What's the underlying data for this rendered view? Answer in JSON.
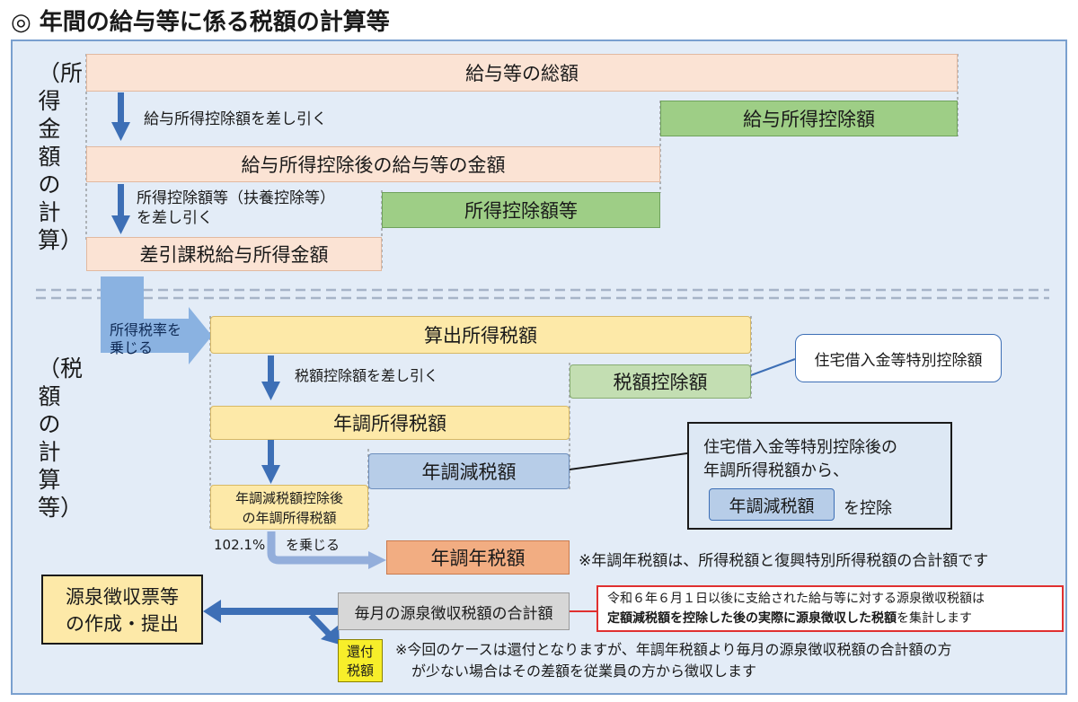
{
  "title": "◎ 年間の給与等に係る税額の計算等",
  "section_labels": {
    "income_calc": "（所得金額の計算）",
    "tax_calc": "（税額の計算等）"
  },
  "income": {
    "total_salary": "給与等の総額",
    "step1_note": "給与所得控除額を差し引く",
    "salary_deduction": "給与所得控除額",
    "after_salary_deduction": "給与所得控除後の給与等の金額",
    "step2_note_line1": "所得控除額等（扶養控除等）",
    "step2_note_line2": "を差し引く",
    "income_deductions": "所得控除額等",
    "taxable_income": "差引課税給与所得金額"
  },
  "tax": {
    "rate_note_line1": "所得税率を",
    "rate_note_line2": "乗じる",
    "computed_tax": "算出所得税額",
    "step3_note": "税額控除額を差し引く",
    "tax_credit": "税額控除額",
    "housing_loan_credit": "住宅借入金等特別控除額",
    "year_end_tax": "年調所得税額",
    "year_end_reduction": "年調減税額",
    "reduction_callout_line1": "住宅借入金等特別控除後の",
    "reduction_callout_line2": "年調所得税額から、",
    "reduction_callout_badge": "年調減税額",
    "reduction_callout_suffix": "を控除",
    "after_reduction_line1": "年調減税額控除後",
    "after_reduction_line2": "の年調所得税額",
    "multiplier_value": "102.1%",
    "multiplier_note": "を乗じる",
    "year_end_annual_tax": "年調年税額",
    "annual_tax_footnote": "※年調年税額は、所得税額と復興特別所得税額の合計額です",
    "monthly_withholding_total": "毎月の源泉徴収税額の合計額",
    "notice_line1": "令和６年６月１日以後に支給された給与等に対する源泉徴収税額は",
    "notice_line2_bold": "定額減税額を控除した後の実際に源泉徴収した税額",
    "notice_line2_rest": "を集計します",
    "withholding_slip_line1": "源泉徴収票等",
    "withholding_slip_line2": "の作成・提出",
    "refund_line1": "還付",
    "refund_line2": "税額",
    "refund_footnote_line1": "※今回のケースは還付となりますが、年調年税額より毎月の源泉徴収税額の合計額の方",
    "refund_footnote_line2": "が少ない場合はその差額を従業員の方から徴収します"
  },
  "colors": {
    "panel_bg": "#e3ecf7",
    "arrow_blue": "#3d6fb6",
    "peach": "#fbe3d4",
    "green": "#9ece86",
    "yellow": "#fde9a8",
    "orange": "#f2ad82",
    "highlight_yellow": "#f7ee2a",
    "notice_red": "#e03030"
  }
}
